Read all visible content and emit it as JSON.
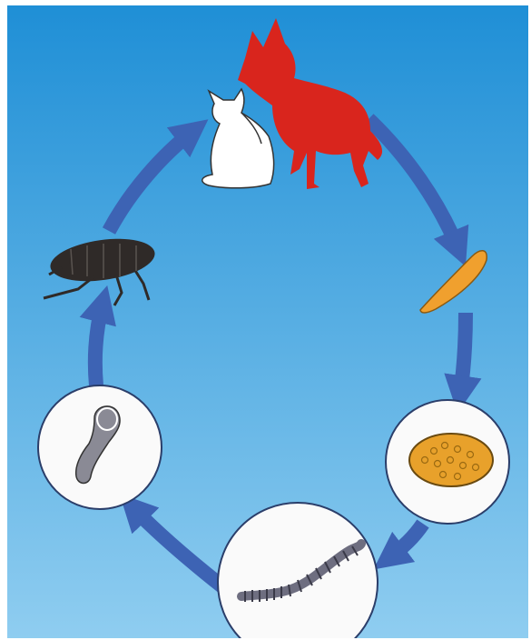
{
  "diagram": {
    "type": "life-cycle",
    "direction": "clockwise",
    "stages": [
      {
        "id": "definitive-hosts",
        "icon": "dog-and-cat-icon"
      },
      {
        "id": "egg-segment",
        "icon": "proglottid-icon"
      },
      {
        "id": "egg-packet",
        "icon": "egg-capsule-icon"
      },
      {
        "id": "flea-larva",
        "icon": "larva-icon"
      },
      {
        "id": "cysticercoid",
        "icon": "cysticercoid-icon"
      },
      {
        "id": "adult-flea",
        "icon": "flea-icon"
      }
    ],
    "colors": {
      "background_top": "#1f8fd6",
      "background_bottom": "#8fcdf0",
      "arrow": "#3d63b4",
      "dog": "#d9251d",
      "cat": "#ffffff",
      "proglottid": "#f0a02e",
      "egg_capsule": "#e8a12b",
      "larva": "#6e6e80",
      "cysticercoid": "#8a8a95",
      "flea": "#2f2a28",
      "circle_fill": "#fafafa"
    }
  }
}
